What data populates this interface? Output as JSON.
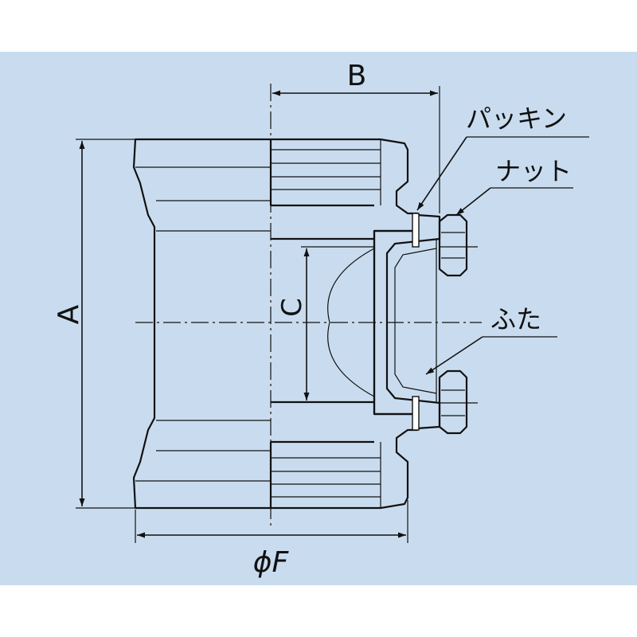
{
  "diagram": {
    "background_color": "#c9dcef",
    "body_fill": "#ffffff",
    "line_color": "#111111",
    "dimensions": {
      "a": "A",
      "b": "B",
      "c": "C",
      "f": "ϕF"
    },
    "callouts": {
      "gasket": "パッキン",
      "nut": "ナット",
      "cover": "ふた"
    }
  }
}
